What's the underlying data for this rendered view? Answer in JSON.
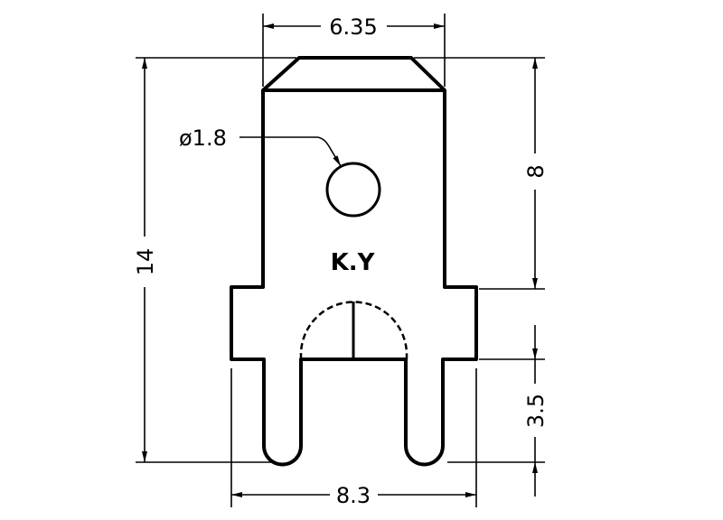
{
  "drawing": {
    "marking": "K.Y",
    "dimensions": {
      "top_width": "6.35",
      "total_height": "14",
      "upper_height": "8",
      "pin_length": "3.5",
      "base_width": "8.3",
      "hole_diameter": "ø1.8"
    },
    "colors": {
      "line": "#000000",
      "background": "#ffffff"
    }
  }
}
